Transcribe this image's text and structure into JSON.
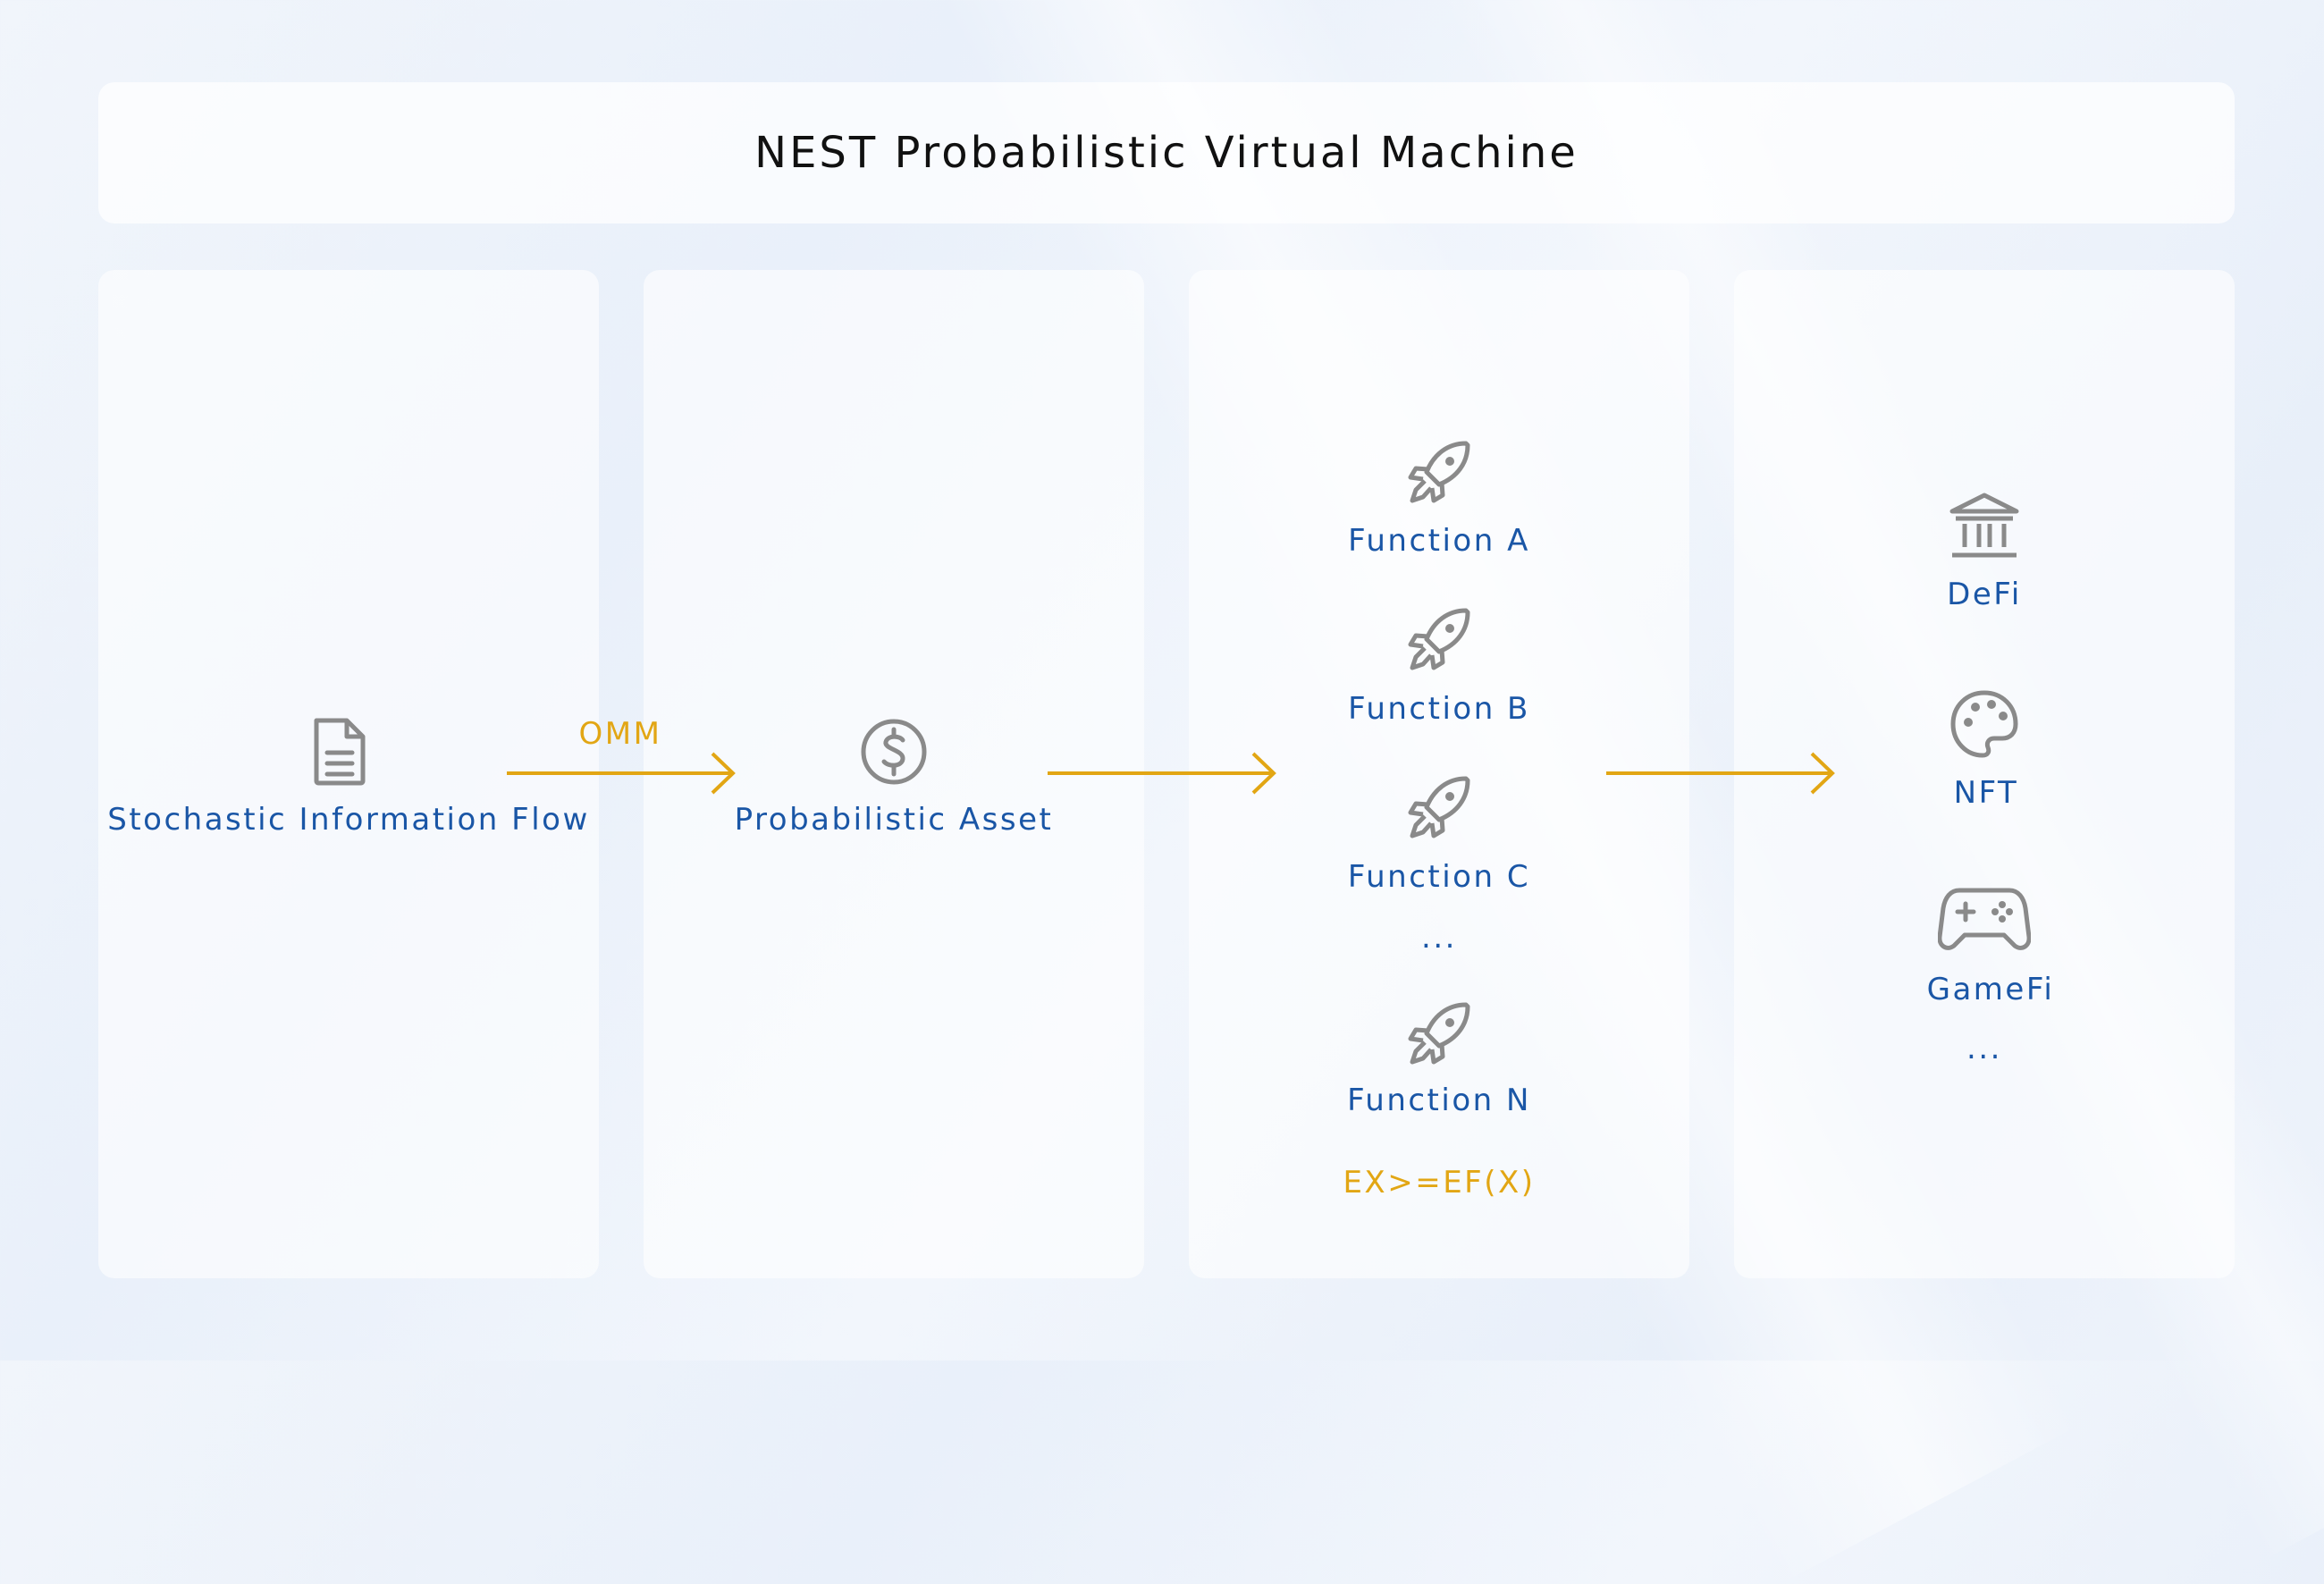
{
  "title": "NEST Probabilistic Virtual Machine",
  "colors": {
    "label_blue": "#1a56a6",
    "accent_gold": "#e2a614",
    "icon_gray": "#8a8a8a",
    "title_black": "#111111"
  },
  "columns": {
    "source": {
      "icon": "document-icon",
      "label": "Stochastic Information Flow"
    },
    "asset": {
      "icon": "dollar-coin-icon",
      "label": "Probabilistic Asset"
    },
    "functions": {
      "items": [
        {
          "icon": "rocket-icon",
          "label": "Function A"
        },
        {
          "icon": "rocket-icon",
          "label": "Function B"
        },
        {
          "icon": "rocket-icon",
          "label": "Function C"
        },
        {
          "icon": "rocket-icon",
          "label": "Function N"
        }
      ],
      "ellipsis": "...",
      "formula": "EX>=EF(X)"
    },
    "applications": {
      "items": [
        {
          "icon": "bank-icon",
          "label": "DeFi"
        },
        {
          "icon": "palette-icon",
          "label": "NFT"
        },
        {
          "icon": "gamepad-icon",
          "label": "GameFi"
        }
      ],
      "ellipsis": "..."
    }
  },
  "connectors": {
    "first_arrow_label": "OMM"
  }
}
